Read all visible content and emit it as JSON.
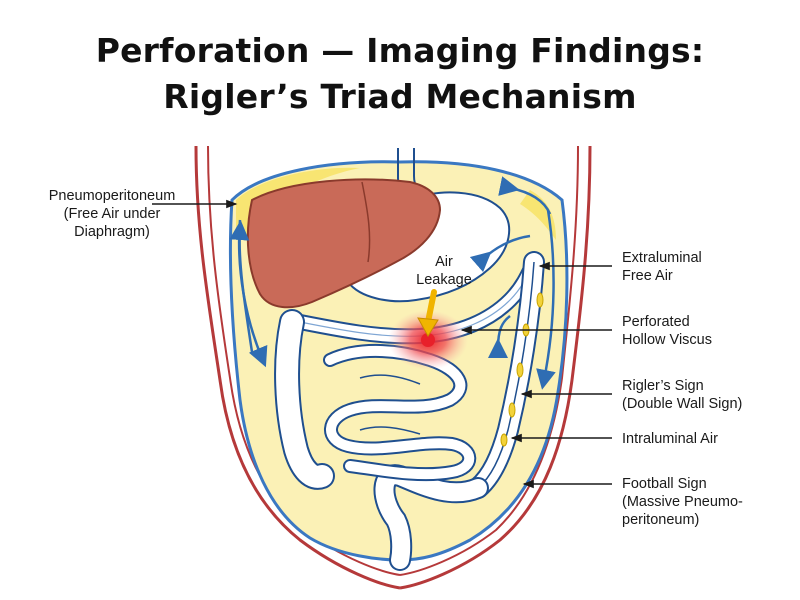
{
  "title": {
    "line1": "Perforation — Imaging Findings:",
    "line2": "Rigler’s Triad Mechanism"
  },
  "labels": {
    "pneumoperitoneum": [
      "Pneumoperitoneum",
      "(Free Air under",
      "Diaphragm)"
    ],
    "air_leakage": [
      "Air",
      "Leakage"
    ],
    "extraluminal": [
      "Extraluminal",
      "Free Air"
    ],
    "perforated": [
      "Perforated",
      "Hollow Viscus"
    ],
    "riglers_sign": [
      "Rigler’s Sign",
      "(Double Wall Sign)"
    ],
    "intraluminal": [
      "Intraluminal Air"
    ],
    "football": [
      "Football Sign",
      "(Massive Pneumo-",
      "peritoneum)"
    ]
  },
  "colors": {
    "body_outline": "#b5393a",
    "inner_wall": "#3a78c2",
    "free_air_fill": "#fbf1b6",
    "liver": "#c96a58",
    "liver_outline": "#8a3a2c",
    "arrow_blue": "#2f6db3",
    "leak_arrow": "#f0b400",
    "leak_glow": "#e8202a",
    "bowel_outline": "#1f4f8f"
  }
}
